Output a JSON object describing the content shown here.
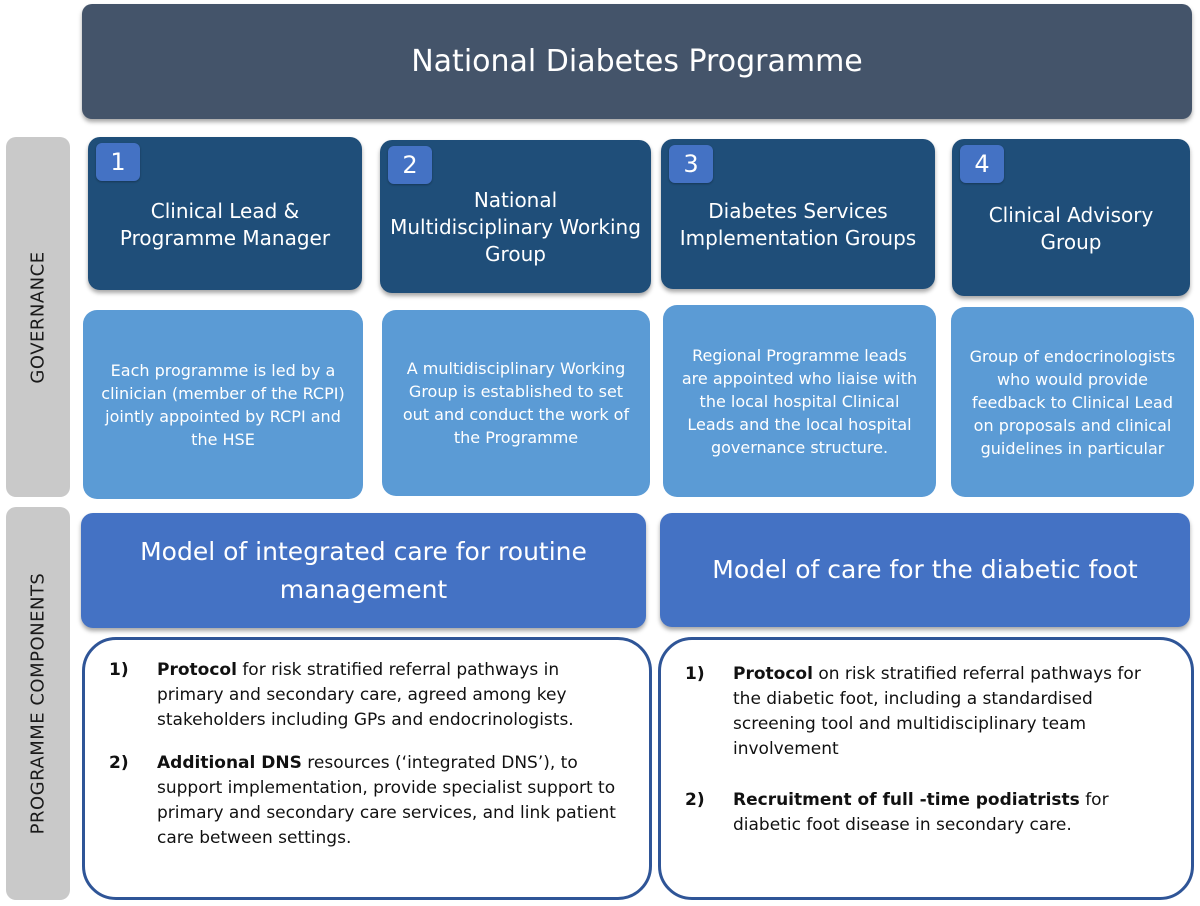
{
  "title": "National Diabetes Programme",
  "side_labels": {
    "governance": "GOVERNANCE",
    "components": "PROGRAMME COMPONENTS"
  },
  "governance": [
    {
      "number": "1",
      "title": "Clinical Lead & Programme Manager",
      "description": "Each programme is led by a clinician (member of the RCPI) jointly appointed by RCPI and the HSE"
    },
    {
      "number": "2",
      "title": "National Multidisciplinary Working Group",
      "description": "A multidisciplinary Working Group is established to set out and conduct the work of the Programme"
    },
    {
      "number": "3",
      "title": "Diabetes Services Implementation Groups",
      "description": "Regional Programme leads are appointed who liaise with the local hospital Clinical Leads and the local hospital governance structure."
    },
    {
      "number": "4",
      "title": "Clinical Advisory Group",
      "description": "Group of endocrinologists who would provide feedback to Clinical Lead on proposals and clinical guidelines in particular"
    }
  ],
  "components": [
    {
      "model": "Model of integrated care for routine management",
      "items": [
        {
          "num": "1)",
          "bold": "Protocol",
          "text": " for risk stratified referral pathways in primary and secondary care, agreed among key stakeholders including GPs and endocrinologists."
        },
        {
          "num": "2)",
          "bold": "Additional DNS",
          "text": "  resources (‘integrated DNS’), to support implementation, provide specialist support to primary and secondary care services, and link patient care between settings."
        }
      ]
    },
    {
      "model": "Model of care for the diabetic foot",
      "items": [
        {
          "num": "1)",
          "bold": "Protocol",
          "text": " on risk stratified referral pathways for the diabetic foot, including a standardised screening tool and multidisciplinary team involvement"
        },
        {
          "num": "2)",
          "bold": "Recruitment of full -time podiatrists",
          "text": "  for diabetic foot disease in secondary care."
        }
      ]
    }
  ]
}
